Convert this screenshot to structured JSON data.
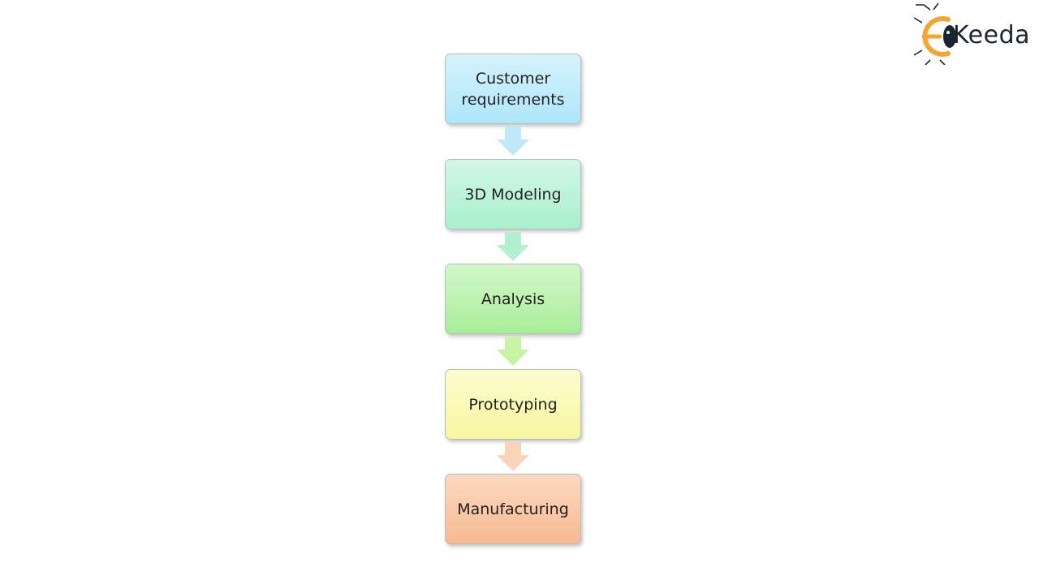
{
  "steps": [
    {
      "label_line1": "Customer",
      "label_line2": "requirements"
    },
    {
      "label_line1": "3D Modeling"
    },
    {
      "label_line1": "Analysis"
    },
    {
      "label_line1": "Prototyping"
    },
    {
      "label_line1": "Manufacturing"
    }
  ],
  "arrow_colors": [
    "#bfe9f8",
    "#b3f0d2",
    "#c6f3a4",
    "#fad4b8"
  ],
  "logo": {
    "name": "ekeeda-logo",
    "text": "Keeda",
    "accent_color": "#f2a531",
    "text_color": "#1c2430"
  }
}
